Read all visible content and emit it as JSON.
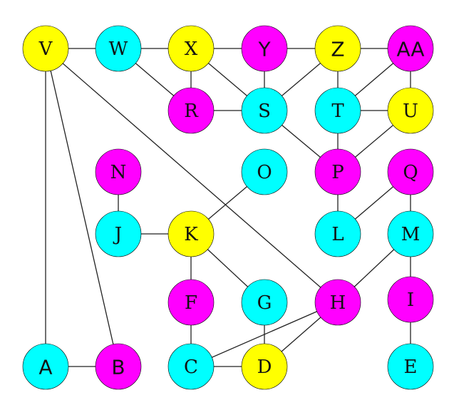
{
  "colors": {
    "yellow": "#ffff00",
    "cyan": "#00ffff",
    "magenta": "#ff00ff"
  },
  "nodes": [
    {
      "id": "V",
      "label": "V",
      "color": "yellow",
      "font": "serif"
    },
    {
      "id": "W",
      "label": "W",
      "color": "cyan",
      "font": "serif"
    },
    {
      "id": "X",
      "label": "X",
      "color": "yellow",
      "font": "serif"
    },
    {
      "id": "Y",
      "label": "Y",
      "color": "magenta",
      "font": "sans"
    },
    {
      "id": "Z",
      "label": "Z",
      "color": "yellow",
      "font": "sans"
    },
    {
      "id": "AA",
      "label": "AA",
      "color": "magenta",
      "font": "sans"
    },
    {
      "id": "R",
      "label": "R",
      "color": "magenta",
      "font": "serif"
    },
    {
      "id": "S",
      "label": "S",
      "color": "cyan",
      "font": "serif"
    },
    {
      "id": "T",
      "label": "T",
      "color": "cyan",
      "font": "serif"
    },
    {
      "id": "U",
      "label": "U",
      "color": "yellow",
      "font": "serif"
    },
    {
      "id": "N",
      "label": "N",
      "color": "magenta",
      "font": "serif"
    },
    {
      "id": "O",
      "label": "O",
      "color": "cyan",
      "font": "serif"
    },
    {
      "id": "P",
      "label": "P",
      "color": "magenta",
      "font": "serif"
    },
    {
      "id": "Q",
      "label": "Q",
      "color": "magenta",
      "font": "serif"
    },
    {
      "id": "J",
      "label": "J",
      "color": "cyan",
      "font": "serif"
    },
    {
      "id": "K",
      "label": "K",
      "color": "yellow",
      "font": "serif"
    },
    {
      "id": "L",
      "label": "L",
      "color": "cyan",
      "font": "serif"
    },
    {
      "id": "M",
      "label": "M",
      "color": "cyan",
      "font": "serif"
    },
    {
      "id": "F",
      "label": "F",
      "color": "magenta",
      "font": "serif"
    },
    {
      "id": "G",
      "label": "G",
      "color": "cyan",
      "font": "serif"
    },
    {
      "id": "H",
      "label": "H",
      "color": "magenta",
      "font": "serif"
    },
    {
      "id": "I",
      "label": "I",
      "color": "magenta",
      "font": "serif"
    },
    {
      "id": "A",
      "label": "A",
      "color": "cyan",
      "font": "sans"
    },
    {
      "id": "B",
      "label": "B",
      "color": "magenta",
      "font": "sans"
    },
    {
      "id": "C",
      "label": "C",
      "color": "cyan",
      "font": "serif"
    },
    {
      "id": "D",
      "label": "D",
      "color": "yellow",
      "font": "serif"
    },
    {
      "id": "E",
      "label": "E",
      "color": "cyan",
      "font": "serif"
    }
  ],
  "edges": [
    [
      "V",
      "W"
    ],
    [
      "W",
      "X"
    ],
    [
      "X",
      "Y"
    ],
    [
      "Y",
      "Z"
    ],
    [
      "Z",
      "AA"
    ],
    [
      "V",
      "A"
    ],
    [
      "V",
      "B"
    ],
    [
      "V",
      "H"
    ],
    [
      "W",
      "R"
    ],
    [
      "X",
      "R"
    ],
    [
      "X",
      "S"
    ],
    [
      "Y",
      "S"
    ],
    [
      "Z",
      "S"
    ],
    [
      "Z",
      "T"
    ],
    [
      "AA",
      "T"
    ],
    [
      "AA",
      "U"
    ],
    [
      "R",
      "S"
    ],
    [
      "S",
      "P"
    ],
    [
      "T",
      "U"
    ],
    [
      "T",
      "P"
    ],
    [
      "U",
      "P"
    ],
    [
      "N",
      "J"
    ],
    [
      "O",
      "K"
    ],
    [
      "P",
      "L"
    ],
    [
      "Q",
      "L"
    ],
    [
      "Q",
      "M"
    ],
    [
      "J",
      "K"
    ],
    [
      "K",
      "F"
    ],
    [
      "K",
      "G"
    ],
    [
      "M",
      "H"
    ],
    [
      "M",
      "I"
    ],
    [
      "F",
      "C"
    ],
    [
      "G",
      "D"
    ],
    [
      "H",
      "C"
    ],
    [
      "H",
      "D"
    ],
    [
      "I",
      "E"
    ],
    [
      "A",
      "B"
    ],
    [
      "C",
      "D"
    ]
  ]
}
